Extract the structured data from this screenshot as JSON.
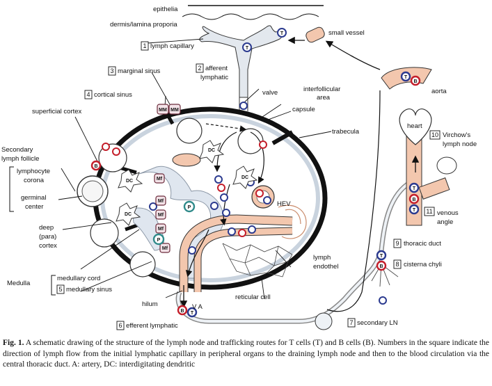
{
  "labels": {
    "epithelia": "epithelia",
    "dermis": "dermis/lamina proporia",
    "lymph_capillary": "lymph capillary",
    "small_vessel": "small vessel",
    "afferent": "afferent",
    "lymphatic": "lymphatic",
    "marginal_sinus": "marginal sinus",
    "cortical_sinus": "cortical sinus",
    "valve": "valve",
    "interfollicular": "interfollicular",
    "area": "area",
    "capsule": "capsule",
    "aorta": "aorta",
    "superficial_cortex": "superficial cortex",
    "trabecula": "trabecula",
    "heart": "heart",
    "virchow_1": "Virchow's",
    "virchow_2": "lymph node",
    "secondary": "Secondary",
    "lymph_follicle": "lymph follicle",
    "lymphocyte": "lymphocyte",
    "corona": "corona",
    "germinal": "germinal",
    "center": "center",
    "deep": "deep",
    "para": "(para)",
    "cortex": "cortex",
    "hev": "HEV",
    "venous": "venous",
    "angle": "angle",
    "thoracic_duct": "thoracic duct",
    "lymph": "lymph",
    "endothel": "endothel",
    "cisterna_chyli": "cisterna chyli",
    "medulla": "Medulla",
    "medullary_cord": "medullary cord",
    "medullary_sinus": "medullary sinus",
    "reticular_cell": "reticular cell",
    "hilum": "hilum",
    "va": "V A",
    "efferent_lymphatic": "efferent lymphatic",
    "secondary_ln": "secondary LN"
  },
  "step_numbers": {
    "s1": "1",
    "s2": "2",
    "s3": "3",
    "s4": "4",
    "s5": "5",
    "s6": "6",
    "s7": "7",
    "s8": "8",
    "s9": "9",
    "s10": "10",
    "s11": "11"
  },
  "cell_labels": {
    "t": "T",
    "b": "B",
    "dc": "DC",
    "mm": "MM",
    "mf": "Mf",
    "p": "P"
  },
  "caption": {
    "fig": "Fig. 1.",
    "text": " A schematic drawing of the structure of the lymph node and trafficking routes for T cells (T) and B cells (B). Numbers in the square indicate the direction of lymph flow from the initial lymphatic capillary in peripheral organs to the draining lymph node and then to the blood circulation via the central thoracic duct. A: artery, DC: interdigitating dendritic"
  },
  "colors": {
    "t_cell": "#2b3a8f",
    "b_cell": "#c41e2a",
    "blood_vessel": "#f3c7ae",
    "capsule": "#111111",
    "sinus": "#dfe6ef"
  }
}
